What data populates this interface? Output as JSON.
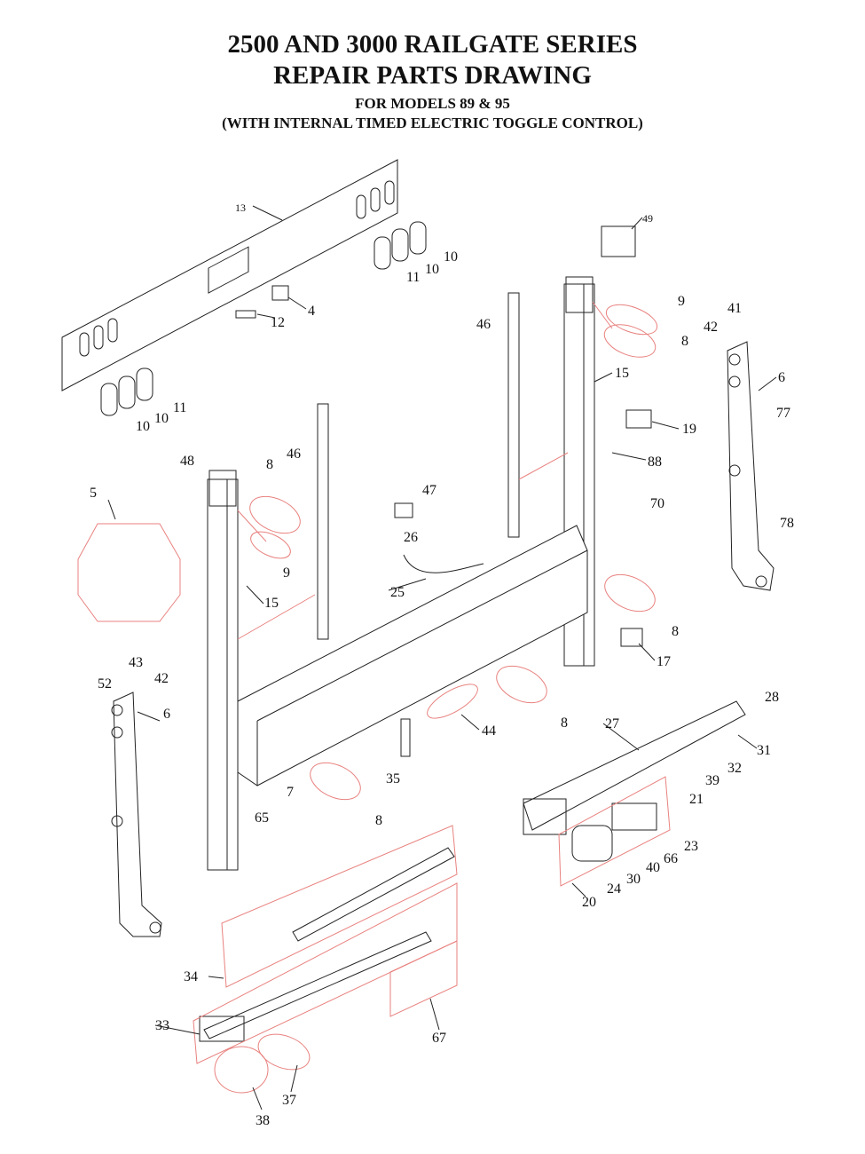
{
  "title": {
    "line1": "2500 AND 3000 RAILGATE SERIES",
    "line2": "REPAIR PARTS DRAWING",
    "line3": "FOR MODELS 89 & 95",
    "line4": "(WITH INTERNAL TIMED ELECTRIC TOGGLE CONTROL)"
  },
  "colors": {
    "callout_outline": "#e8827f",
    "line": "#222222"
  },
  "callouts": [
    "13",
    "49",
    "10",
    "10",
    "11",
    "4",
    "12",
    "9",
    "8",
    "46",
    "41",
    "42",
    "6",
    "15",
    "77",
    "19",
    "88",
    "78",
    "11",
    "10",
    "10",
    "48",
    "8",
    "46",
    "47",
    "5",
    "70",
    "9",
    "26",
    "25",
    "15",
    "8",
    "17",
    "43",
    "52",
    "42",
    "6",
    "28",
    "27",
    "8",
    "44",
    "31",
    "32",
    "39",
    "35",
    "7",
    "65",
    "8",
    "21",
    "23",
    "66",
    "40",
    "30",
    "24",
    "20",
    "34",
    "33",
    "67",
    "37",
    "38"
  ]
}
